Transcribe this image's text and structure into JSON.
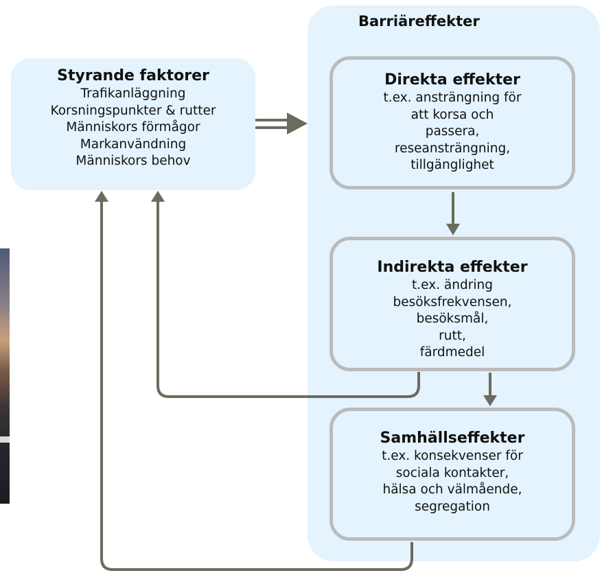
{
  "barrier_title": "Barriäreffekter",
  "styrande": {
    "title": "Styrande faktorer",
    "lines": [
      "Trafikanläggning",
      "Korsningspunkter & rutter",
      "Människors förmågor",
      "Markanvändning",
      "Människors behov"
    ]
  },
  "direkta": {
    "title": "Direkta effekter",
    "lines": [
      "t.ex. ansträngning för",
      "att korsa och",
      "passera,",
      "reseansträngning,",
      "tillgänglighet"
    ]
  },
  "indirekta": {
    "title": "Indirekta effekter",
    "lines": [
      "t.ex. ändring",
      "besöksfrekvensen,",
      "besöksmål,",
      "rutt,",
      "färdmedel"
    ]
  },
  "samhall": {
    "title": "Samhällseffekter",
    "lines": [
      "t.ex. konsekvenser för",
      "sociala kontakter,",
      "hälsa och välmående,",
      "segregation"
    ]
  },
  "colors": {
    "panel": "#e4f3fd",
    "box_border": "#bbbbbb",
    "arrow": "#6b6b5e"
  }
}
